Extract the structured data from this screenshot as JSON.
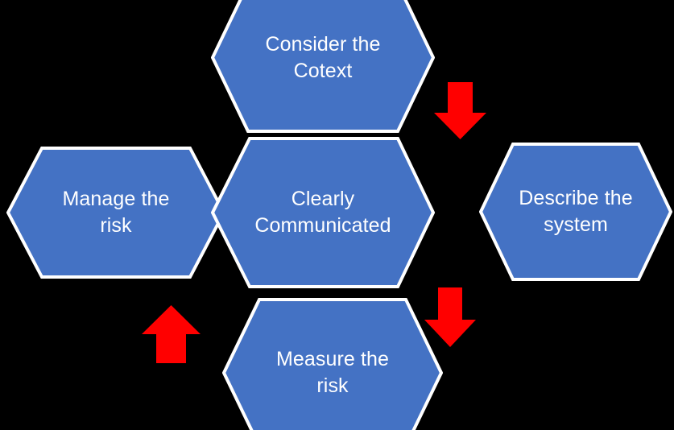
{
  "diagram": {
    "title": "Risk communication cycle hexagon diagram",
    "background_color": "#000000",
    "shape_fill": "#4472C4",
    "shape_stroke": "#FFFFFF",
    "arrow_color": "#FF0000",
    "nodes": [
      {
        "id": "consider-the-cotext",
        "label": "Consider the\nCotext",
        "position": "top"
      },
      {
        "id": "manage-the-risk",
        "label": "Manage the\nrisk",
        "position": "left"
      },
      {
        "id": "clearly-communicated",
        "label": "Clearly\nCommunicated",
        "position": "center"
      },
      {
        "id": "describe-the-system",
        "label": "Describe the\nsystem",
        "position": "right"
      },
      {
        "id": "measure-the-risk",
        "label": "Measure the\nrisk",
        "position": "bottom"
      }
    ],
    "arrows": [
      {
        "id": "arrow-top-right",
        "direction": "down",
        "icon": "down-arrow-icon"
      },
      {
        "id": "arrow-bottom-right",
        "direction": "down",
        "icon": "down-arrow-icon"
      },
      {
        "id": "arrow-bottom-left",
        "direction": "up",
        "icon": "up-arrow-icon"
      }
    ]
  }
}
